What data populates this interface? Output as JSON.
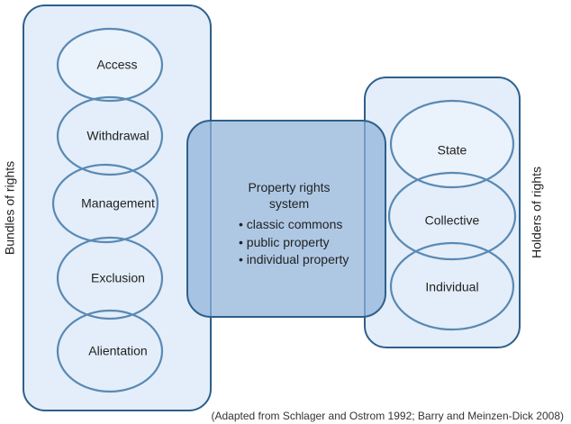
{
  "diagram": {
    "left_panel": {
      "side_label": "Bundles of rights",
      "items": [
        "Access",
        "Withdrawal",
        "Management",
        "Exclusion",
        "Alientation"
      ]
    },
    "center_panel": {
      "title_line1": "Property rights",
      "title_line2": "system",
      "bullets": [
        "• classic commons",
        "• public property",
        "• individual property"
      ]
    },
    "right_panel": {
      "side_label": "Holders of rights",
      "items": [
        "State",
        "Collective",
        "Individual"
      ]
    },
    "caption": "(Adapted from Schlager and Ostrom 1992; Barry and Meinzen-Dick 2008)",
    "colors": {
      "panel_fill": "#e3eefa",
      "panel_stroke": "#2f5f8a",
      "ellipse_fill": "#eaf2fb",
      "ellipse_stroke": "#5a89b3",
      "center_fill": "#8fb3da",
      "center_stroke": "#2f5f8a"
    }
  }
}
